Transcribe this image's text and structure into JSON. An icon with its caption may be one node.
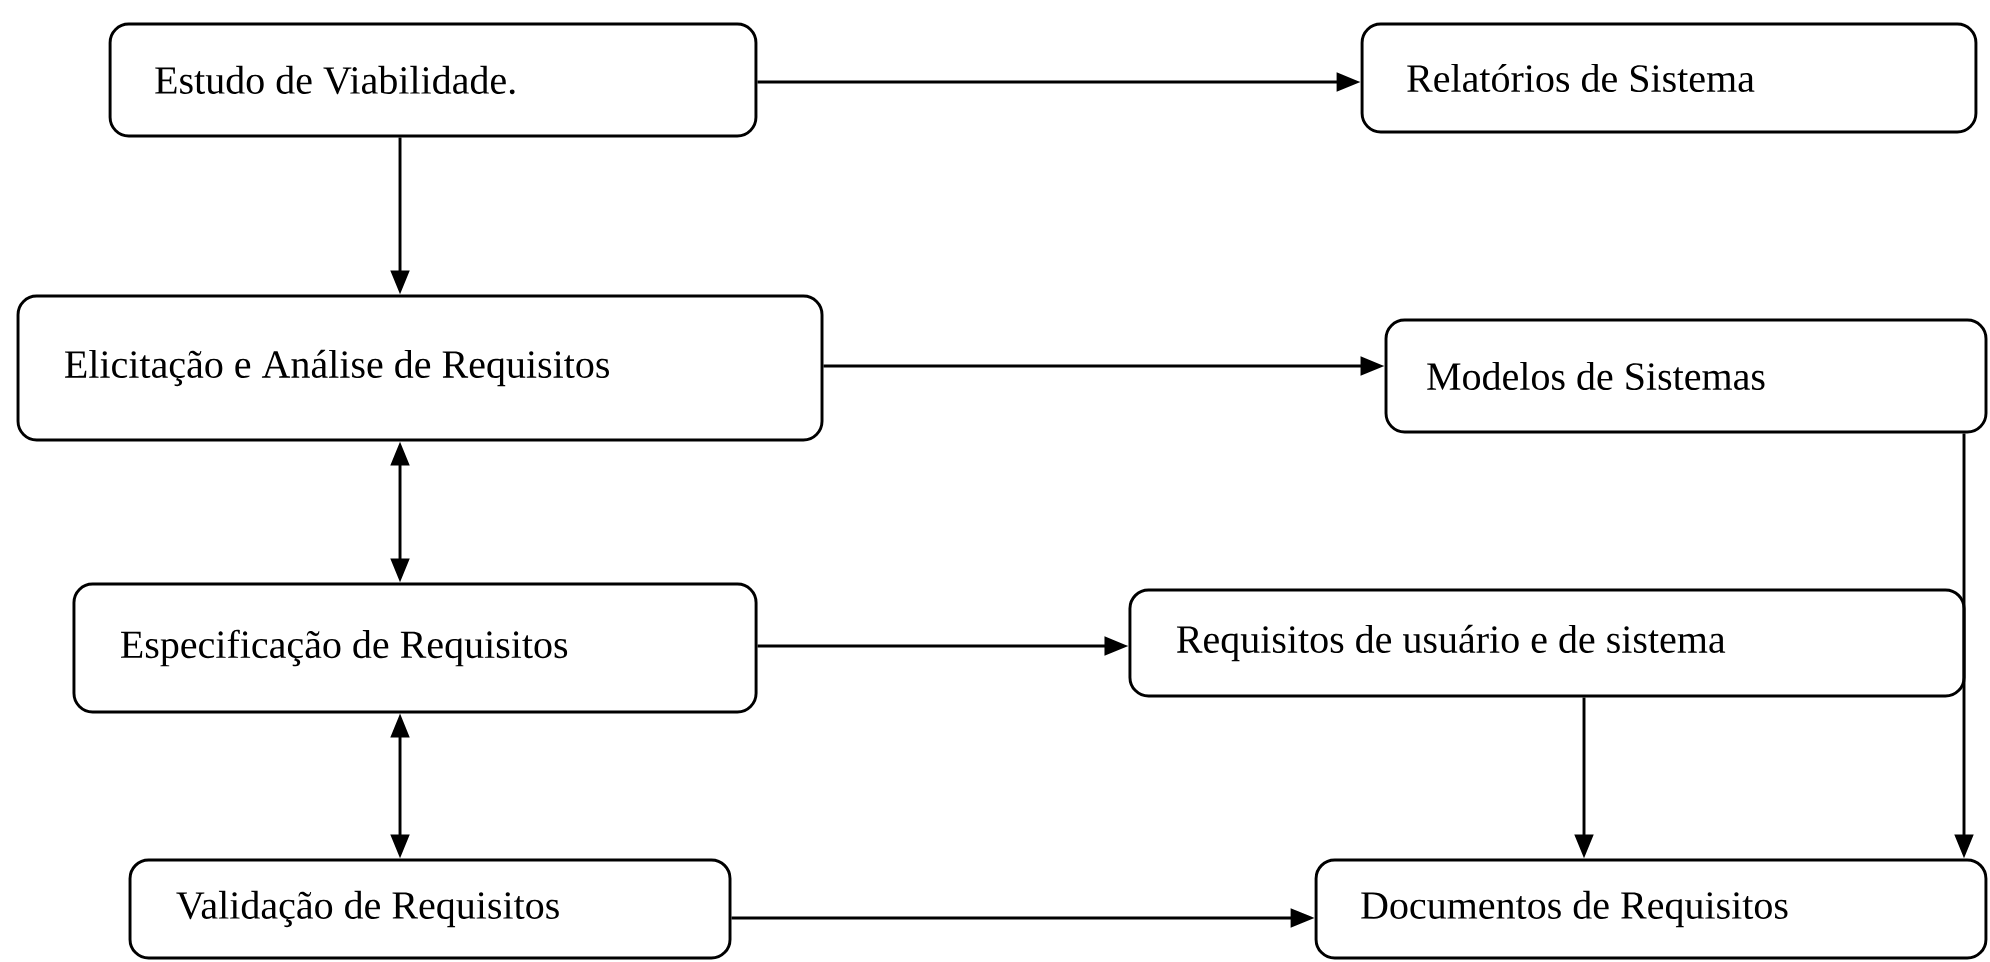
{
  "diagram": {
    "nodes": [
      {
        "text": [
          "Estudo de Viabilidade."
        ]
      },
      {
        "text": [
          "Relatórios de Sistema"
        ]
      },
      {
        "text": [
          "Elicitação e Análise de Requisitos"
        ]
      },
      {
        "text": [
          "Modelos de Sistemas"
        ]
      },
      {
        "text": [
          "Especificação de Requisitos"
        ]
      },
      {
        "text": [
          "Requisitos de usuário e de sistema"
        ]
      },
      {
        "text": [
          "Validação de Requisitos"
        ]
      },
      {
        "text": [
          "Documentos de Requisitos"
        ]
      }
    ],
    "edges": [
      {
        "from": 0,
        "to": 1,
        "arrow": "to"
      },
      {
        "from": 0,
        "to": 2,
        "arrow": "to"
      },
      {
        "from": 2,
        "to": 3,
        "arrow": "to"
      },
      {
        "from": 2,
        "to": 4,
        "arrow": "both"
      },
      {
        "from": 4,
        "to": 5,
        "arrow": "to"
      },
      {
        "from": 4,
        "to": 6,
        "arrow": "both"
      },
      {
        "from": 5,
        "to": 7,
        "arrow": "to"
      },
      {
        "from": 3,
        "to": 7,
        "arrow": "to"
      },
      {
        "from": 6,
        "to": 7,
        "arrow": "to"
      }
    ]
  }
}
